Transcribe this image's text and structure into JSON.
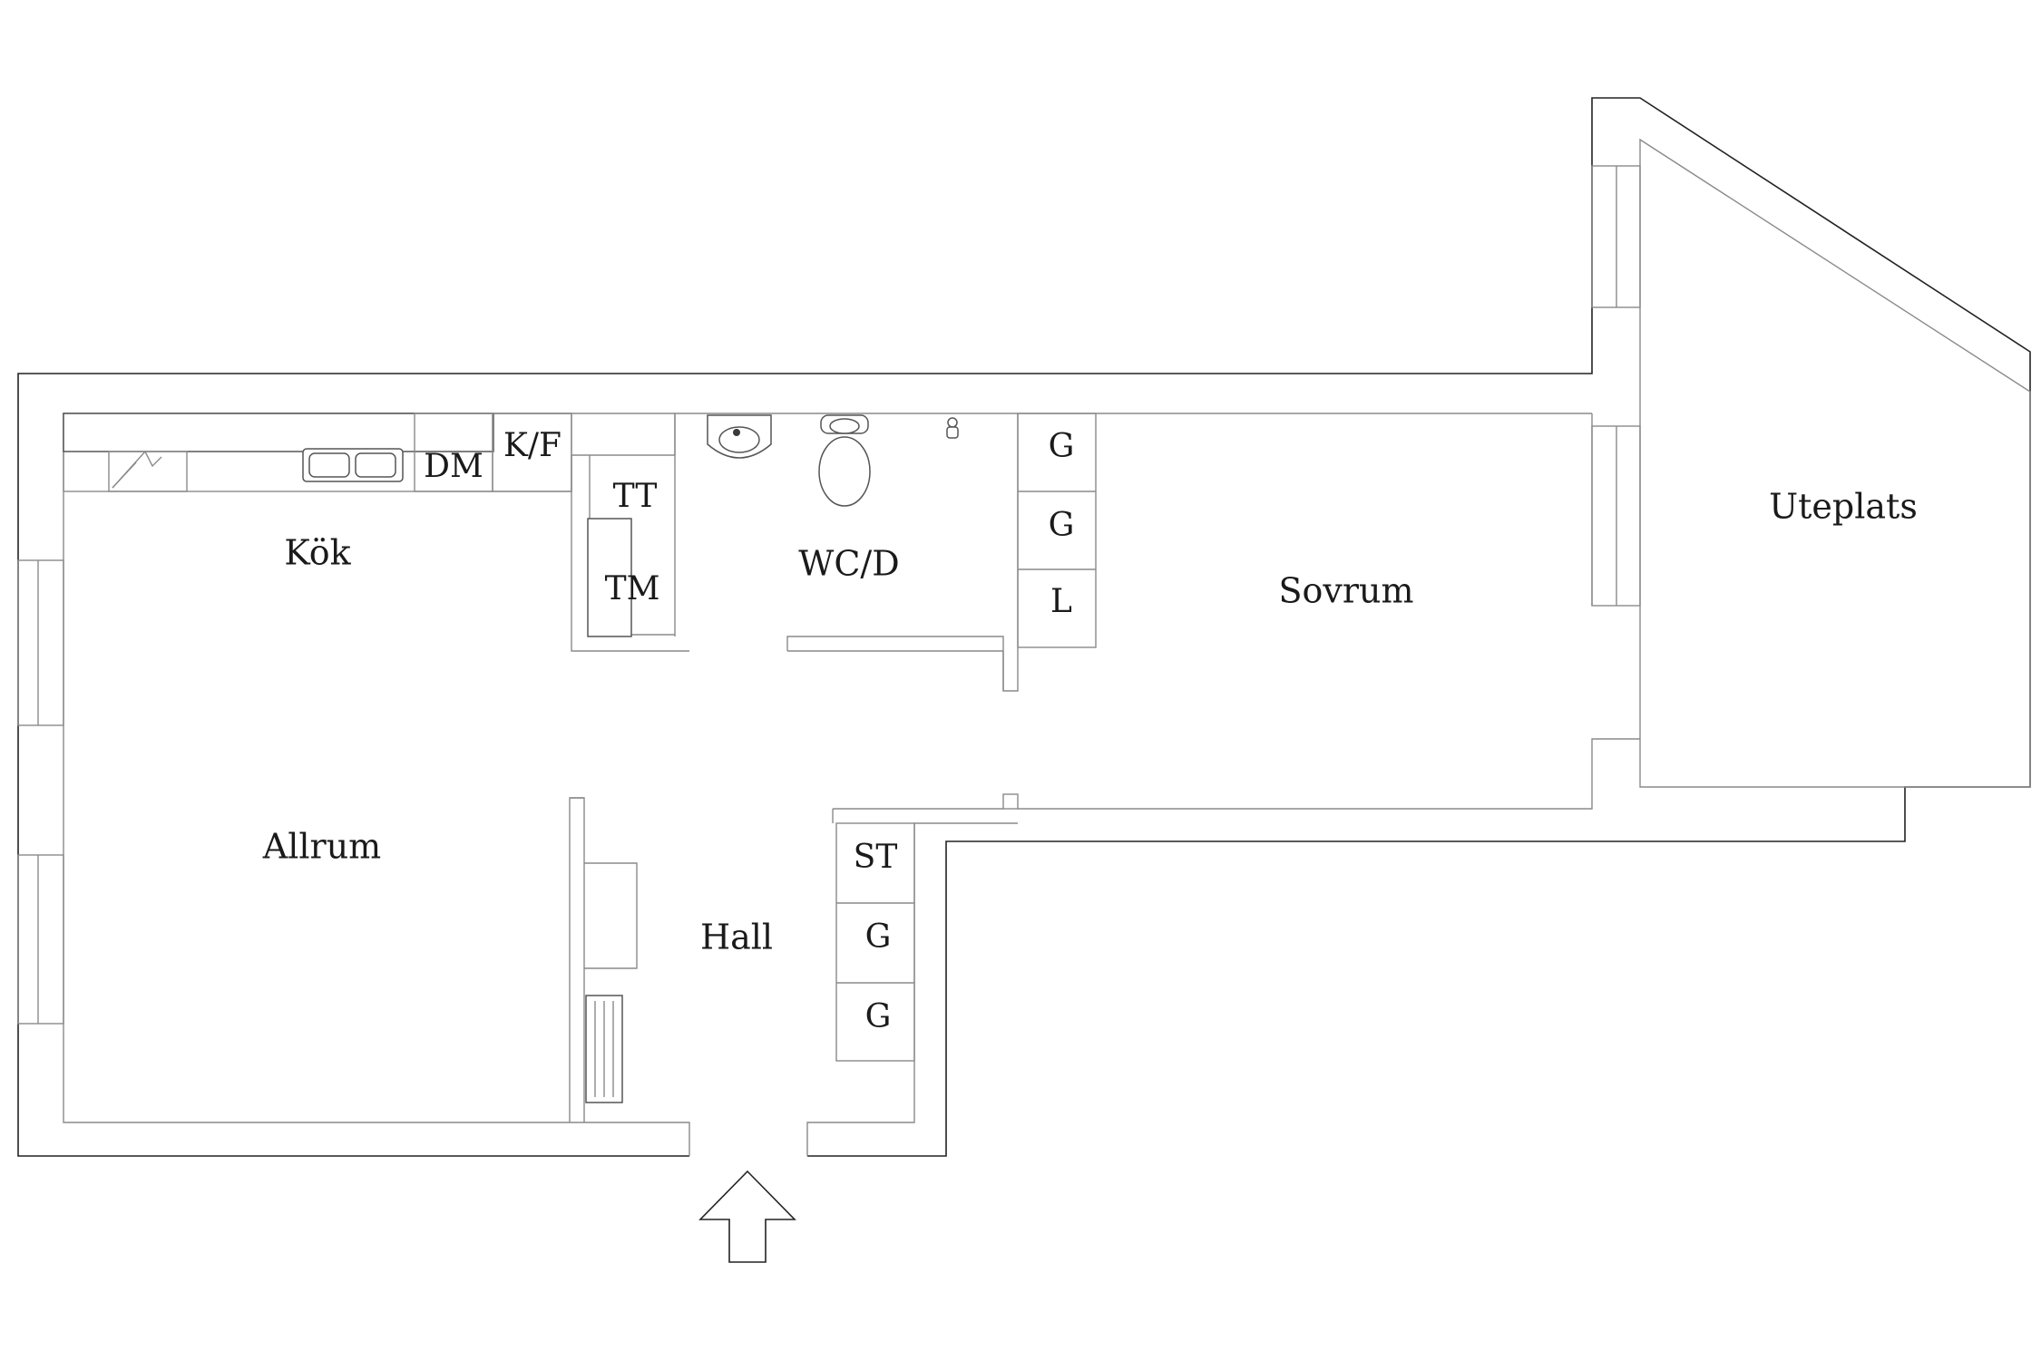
{
  "rooms": {
    "kok": "Kök",
    "allrum": "Allrum",
    "wcd": "WC/D",
    "sovrum": "Sovrum",
    "hall": "Hall",
    "uteplats": "Uteplats"
  },
  "fixtures": {
    "kf": "K/F",
    "dm": "DM",
    "tt": "TT",
    "tm": "TM",
    "wardrobe_sovrum": [
      "G",
      "G",
      "L"
    ],
    "wardrobe_hall": [
      "ST",
      "G",
      "G"
    ]
  }
}
